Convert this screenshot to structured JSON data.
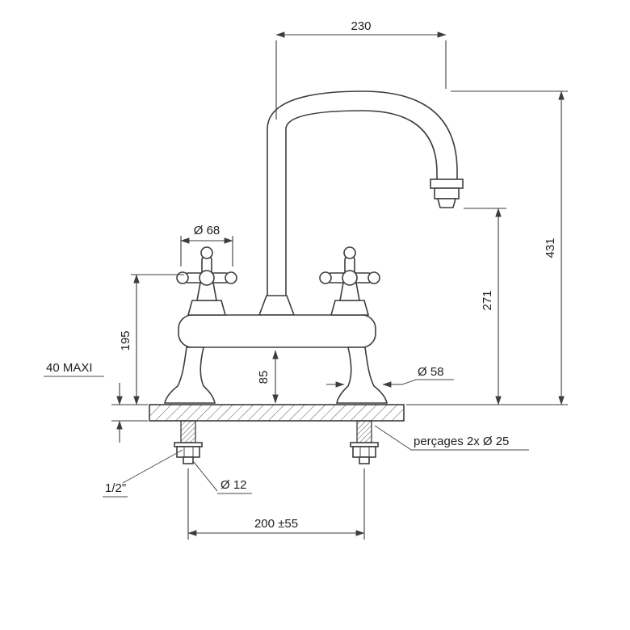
{
  "drawing": {
    "colors": {
      "line": "#3d3d3d",
      "text": "#1f1f1f",
      "background": "#ffffff"
    },
    "dimensions": {
      "spout_reach": "230",
      "overall_height": "431",
      "spout_outlet_height": "271",
      "handle_diameter": "Ø 68",
      "handle_height": "195",
      "body_clearance": "85",
      "base_diameter": "Ø 58",
      "deck_thickness_max": "40 MAXI",
      "drilling_note": "perçages 2x  Ø 25",
      "inlet_thread": "1/2\"",
      "tail_diameter": "Ø 12",
      "centre_distance": "200 ±55"
    }
  }
}
